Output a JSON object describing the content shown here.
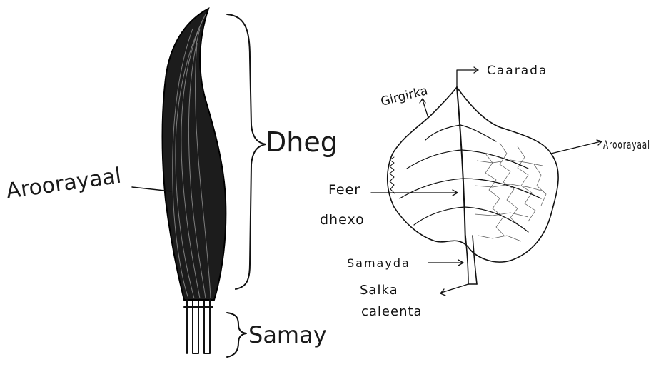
{
  "diagram": {
    "left_part": {
      "label_vein": "Aroorayaal",
      "label_blade": "Dheg",
      "label_stalk": "Samay"
    },
    "right_part": {
      "label_margin": "Girgirka",
      "label_tip": "Caarada",
      "label_veins": "Aroorayaal",
      "label_midrib_line1": "Feer",
      "label_midrib_line2": "dhexo",
      "label_petiole": "Samayda",
      "label_base_line1": "Salka",
      "label_base_line2": "caleenta"
    },
    "colors": {
      "ink": "#111111",
      "background": "#ffffff"
    }
  }
}
